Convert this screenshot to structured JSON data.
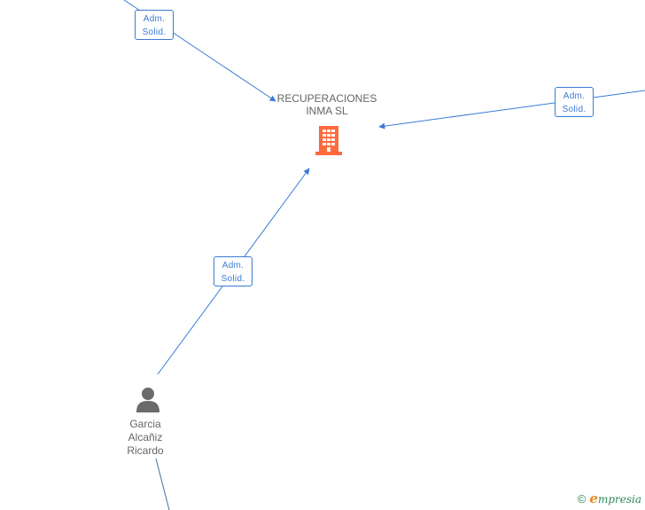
{
  "company": {
    "name_line1": "RECUPERACIONES",
    "name_line2": "INMA SL",
    "icon": "building-icon",
    "icon_color": "#ff6a3d"
  },
  "person": {
    "name_line1": "Garcia",
    "name_line2": "Alcañiz",
    "name_line3": "Ricardo",
    "icon": "person-icon",
    "icon_color": "#6b6b6b"
  },
  "relations": [
    {
      "line1": "Adm.",
      "line2": "Solid."
    },
    {
      "line1": "Adm.",
      "line2": "Solid."
    },
    {
      "line1": "Adm.",
      "line2": "Solid."
    }
  ],
  "colors": {
    "edge": "#3a7bd5",
    "person_edge": "#4a6fa5",
    "label_text": "#666666"
  },
  "brand": {
    "copyright_symbol": "©",
    "initial": "e",
    "rest": "mpresia"
  }
}
